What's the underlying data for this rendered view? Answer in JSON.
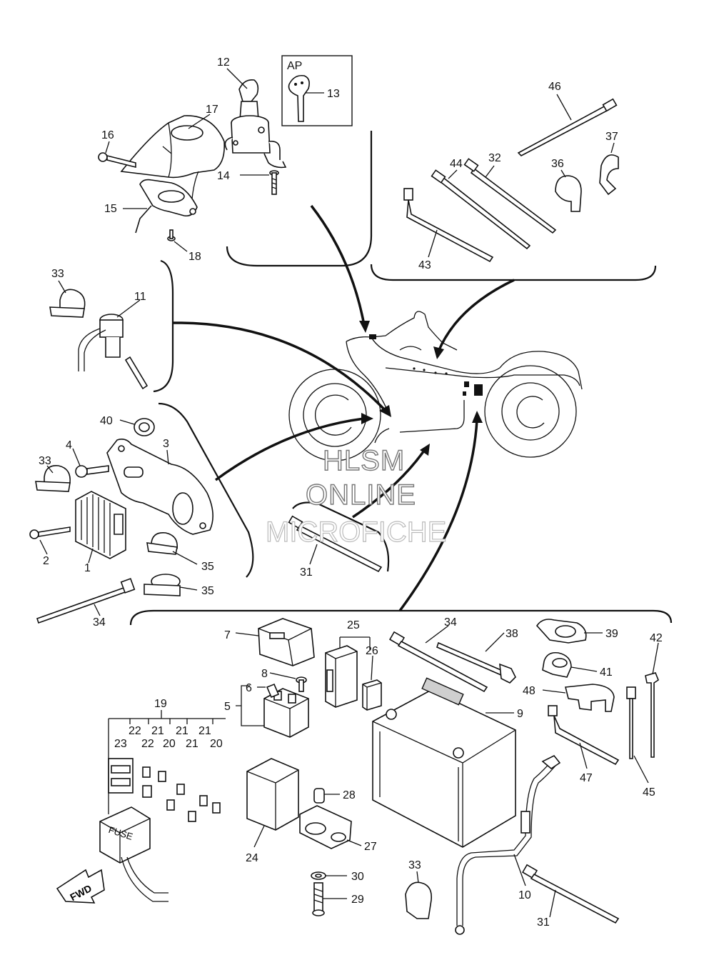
{
  "labels": {
    "p1": "1",
    "p2": "2",
    "p3": "3",
    "p4": "4",
    "p5": "5",
    "p6": "6",
    "p7": "7",
    "p8": "8",
    "p9": "9",
    "p10": "10",
    "p11": "11",
    "p12": "12",
    "p13": "13",
    "p14": "14",
    "p15": "15",
    "p16": "16",
    "p17": "17",
    "p18": "18",
    "p19": "19",
    "p20": "20",
    "p21": "21",
    "p22": "22",
    "p23": "23",
    "p24": "24",
    "p25": "25",
    "p26": "26",
    "p27": "27",
    "p28": "28",
    "p29": "29",
    "p30": "30",
    "p31": "31",
    "p32": "32",
    "p33": "33",
    "p34": "34",
    "p35": "35",
    "p36": "36",
    "p37": "37",
    "p38": "38",
    "p39": "39",
    "p40": "40",
    "p41": "41",
    "p42": "42",
    "p43": "43",
    "p44": "44",
    "p45": "45",
    "p46": "46",
    "p47": "47",
    "p48": "48"
  },
  "inset": {
    "code": "AP"
  },
  "fuse_box": {
    "label": "FUSE"
  },
  "direction": {
    "label": "FWD"
  },
  "watermark": {
    "line1": "HLSM",
    "line2": "ONLINE",
    "line3": "MICROFICHE"
  }
}
